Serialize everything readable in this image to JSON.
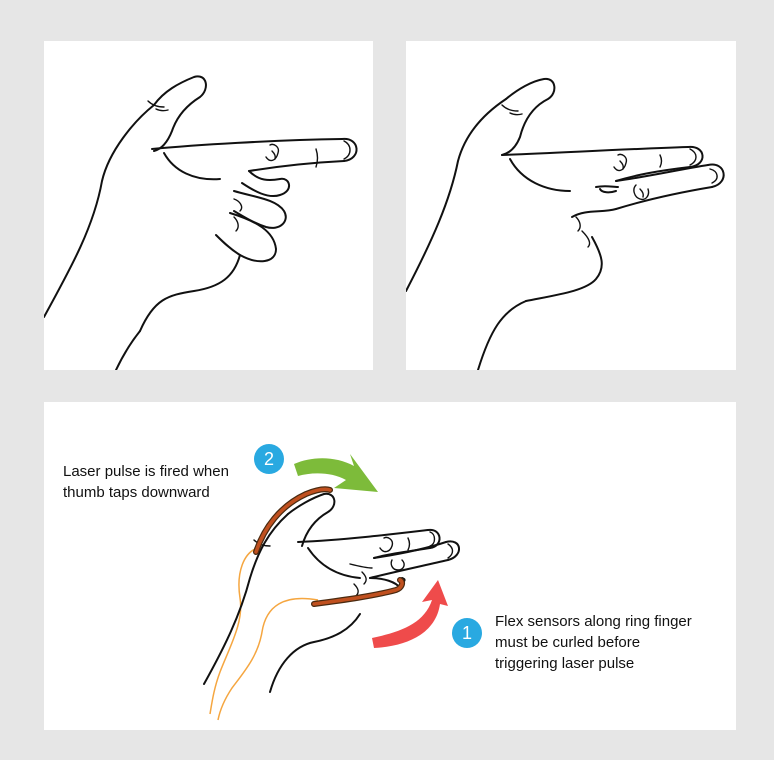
{
  "panels": [
    {
      "id": "hand-pointing"
    },
    {
      "id": "hand-two-fingers"
    },
    {
      "id": "hand-with-sensors"
    }
  ],
  "annotations": [
    {
      "number": "2",
      "text": "Laser pulse is fired when\nthumb taps downward",
      "arrow_color": "#7dbb3a"
    },
    {
      "number": "1",
      "text": "Flex sensors along ring finger\nmust be curled before\ntriggering laser pulse",
      "arrow_color": "#ef4b4b"
    }
  ],
  "colors": {
    "background": "#e6e6e6",
    "panel": "#ffffff",
    "badge": "#29a9e1",
    "sensor": "#c0501f",
    "sensor_outline": "#4a2a10",
    "wire": "#f5a640"
  }
}
